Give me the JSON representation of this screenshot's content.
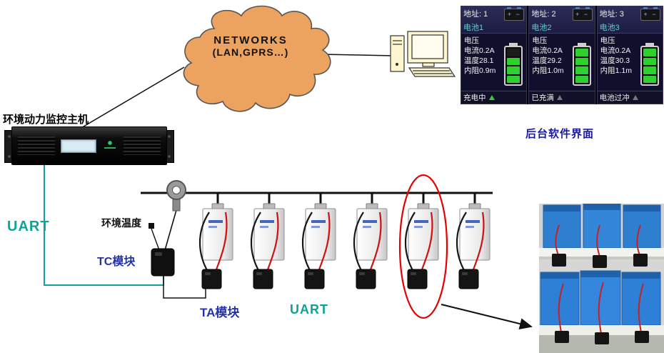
{
  "cloud": {
    "title": "NETWORKS",
    "subtitle": "(LAN,GPRS…)"
  },
  "labels": {
    "host": "环境动力监控主机",
    "uart_left": "UART",
    "env_temp": "环境温度",
    "tc_module": "TC模块",
    "ta_module": "TA模块",
    "uart_bus": "UART",
    "software_caption": "后台软件界面",
    "battery_icon_signs": "+ −"
  },
  "software_panels": [
    {
      "address": "地址: 1",
      "battery_name": "电池1",
      "voltage_label": "电压",
      "current": "电流0.2A",
      "temperature": "温度28.1",
      "resistance": "内阻0.9m",
      "status": "充电中",
      "bars": 3
    },
    {
      "address": "地址: 2",
      "battery_name": "电池2",
      "voltage_label": "电压",
      "current": "电流0.2A",
      "temperature": "温度29.2",
      "resistance": "内阻1.0m",
      "status": "已充满",
      "bars": 4
    },
    {
      "address": "地址: 3",
      "battery_name": "电池3",
      "voltage_label": "电压",
      "current": "电流0.2A",
      "temperature": "温度30.3",
      "resistance": "内阻1.1m",
      "status": "电池过冲",
      "bars": 4
    }
  ],
  "colors": {
    "cloud_fill": "#ECA35F",
    "uart_teal": "#0FA296",
    "module_label_blue": "#2233AA",
    "caption_blue": "#1A1AA8",
    "wire_red": "#CC1111",
    "battery_green": "#2FD12F",
    "highlight_red": "#E60000"
  }
}
